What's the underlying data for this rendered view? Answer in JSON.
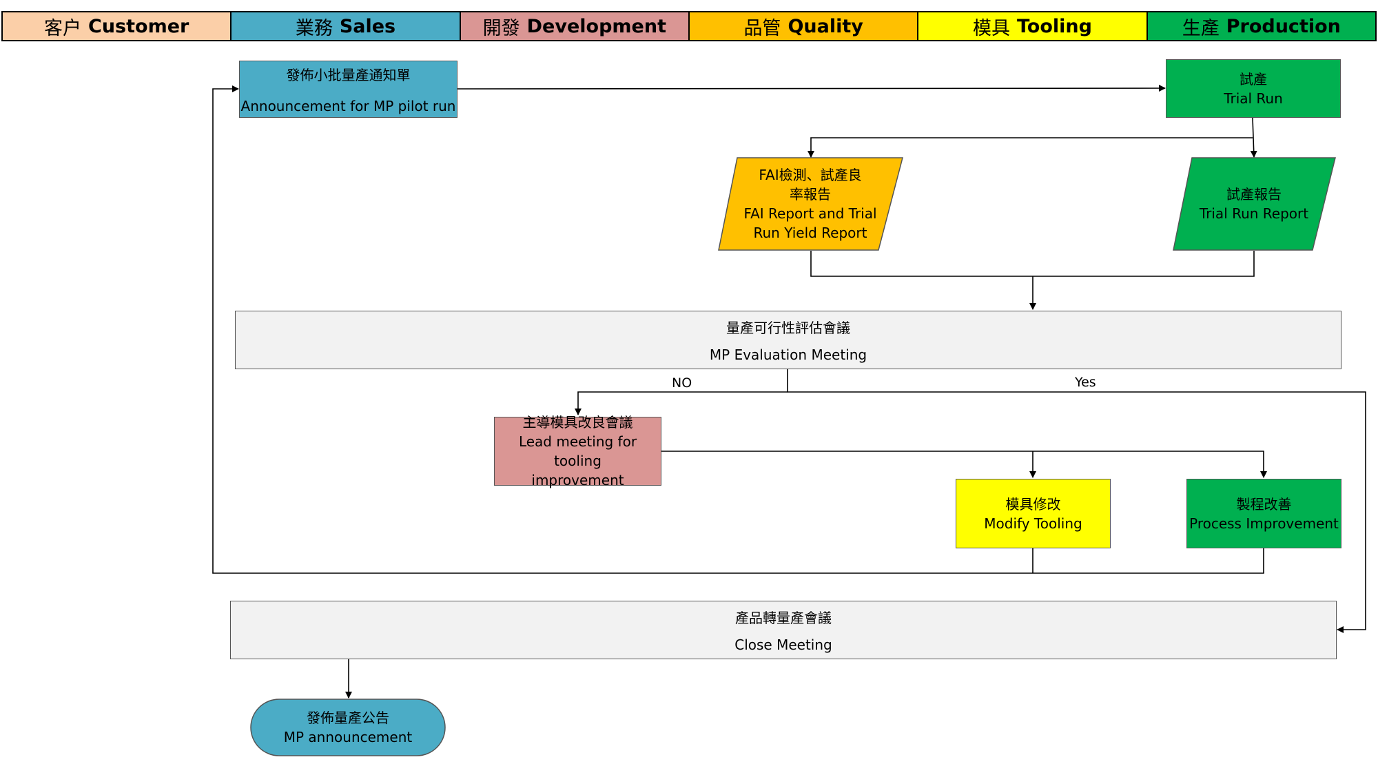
{
  "lanes": [
    {
      "zh": "客户",
      "en": "Customer",
      "color": "#FBCFA8"
    },
    {
      "zh": "業務",
      "en": "Sales",
      "color": "#4BACC6"
    },
    {
      "zh": "開發",
      "en": "Development",
      "color": "#DA9694"
    },
    {
      "zh": "品管",
      "en": "Quality",
      "color": "#FFC000"
    },
    {
      "zh": "模具",
      "en": "Tooling",
      "color": "#FFFF00"
    },
    {
      "zh": "生產",
      "en": "Production",
      "color": "#00B050"
    }
  ],
  "nodes": {
    "announce_pilot": {
      "zh": "發佈小批量產通知單",
      "en": "Announcement for MP pilot run",
      "color": "#4BACC6"
    },
    "trial_run": {
      "zh": "試產",
      "en": "Trial Run",
      "color": "#00B050"
    },
    "fai_report": {
      "zh1": "FAI檢測、試產良",
      "zh2": "率報告",
      "en1": "FAI Report and Trial",
      "en2": "Run Yield Report",
      "color": "#FFC000"
    },
    "trial_report": {
      "zh": "試產報告",
      "en": "Trial Run Report",
      "color": "#00B050"
    },
    "mp_eval": {
      "zh": "量產可行性評估會議",
      "en": "MP Evaluation Meeting",
      "color": "#F2F2F2"
    },
    "lead_meeting": {
      "zh": "主導模具改良會議",
      "en1": "Lead meeting for tooling",
      "en2": "improvement",
      "color": "#DA9694"
    },
    "modify_tooling": {
      "zh": "模具修改",
      "en": "Modify Tooling",
      "color": "#FFFF00"
    },
    "process_improve": {
      "zh": "製程改善",
      "en": "Process Improvement",
      "color": "#00B050"
    },
    "close_meeting": {
      "zh": "產品轉量產會議",
      "en": "Close Meeting",
      "color": "#F2F2F2"
    },
    "mp_announce": {
      "zh": "發佈量產公告",
      "en": "MP announcement",
      "color": "#4BACC6"
    }
  },
  "labels": {
    "no": "NO",
    "yes": "Yes"
  }
}
